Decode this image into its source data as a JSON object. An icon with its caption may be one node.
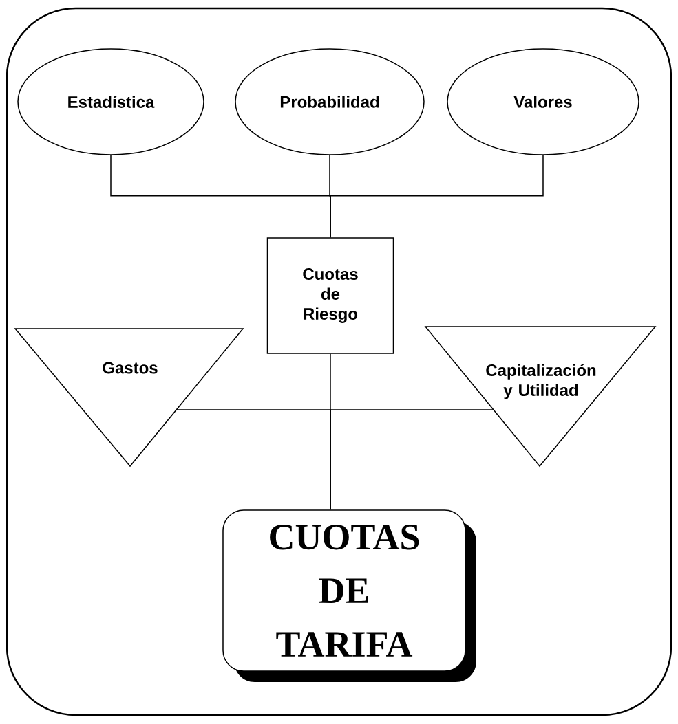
{
  "diagram": {
    "nodes": [
      {
        "text": [
          "Estadística"
        ]
      },
      {
        "text": [
          "Probabilidad"
        ]
      },
      {
        "text": [
          "Valores"
        ]
      },
      {
        "text": [
          "Cuotas de Riesgo"
        ]
      },
      {
        "text": [
          "Gastos"
        ]
      },
      {
        "text": [
          "Capitalización y Utilidad"
        ]
      },
      {
        "text": [
          "CUOTAS DE TARIFA"
        ]
      }
    ],
    "edges": [
      {
        "from": 0,
        "to": 3,
        "arrow": "none"
      },
      {
        "from": 1,
        "to": 3,
        "arrow": "none"
      },
      {
        "from": 2,
        "to": 3,
        "arrow": "none"
      },
      {
        "from": 3,
        "to": 6,
        "arrow": "none"
      },
      {
        "from": 4,
        "to": 6,
        "arrow": "none"
      },
      {
        "from": 5,
        "to": 6,
        "arrow": "none"
      }
    ]
  }
}
